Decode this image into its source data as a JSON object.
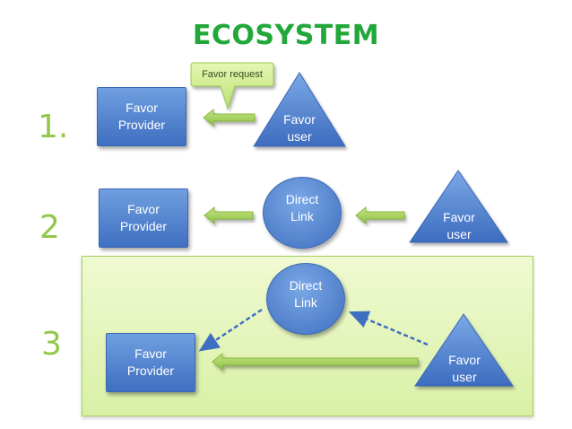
{
  "title": "ECOSYSTEM",
  "callout": "Favor request",
  "rows": [
    {
      "number": "1.",
      "provider": [
        "Favor",
        "Provider"
      ],
      "user": [
        "Favor",
        "user"
      ]
    },
    {
      "number": "2",
      "provider": [
        "Favor",
        "Provider"
      ],
      "link": [
        "Direct",
        "Link"
      ],
      "user": [
        "Favor",
        "user"
      ]
    },
    {
      "number": "3",
      "provider": [
        "Favor",
        "Provider"
      ],
      "link": [
        "Direct",
        "Link"
      ],
      "user": [
        "Favor",
        "user"
      ]
    }
  ],
  "colors": {
    "title": "#22a83a",
    "numbers": "#92c84a",
    "shapes": "#4a7fd0",
    "arrows": "#9ccc4a",
    "panel": "#e4f5b8"
  }
}
